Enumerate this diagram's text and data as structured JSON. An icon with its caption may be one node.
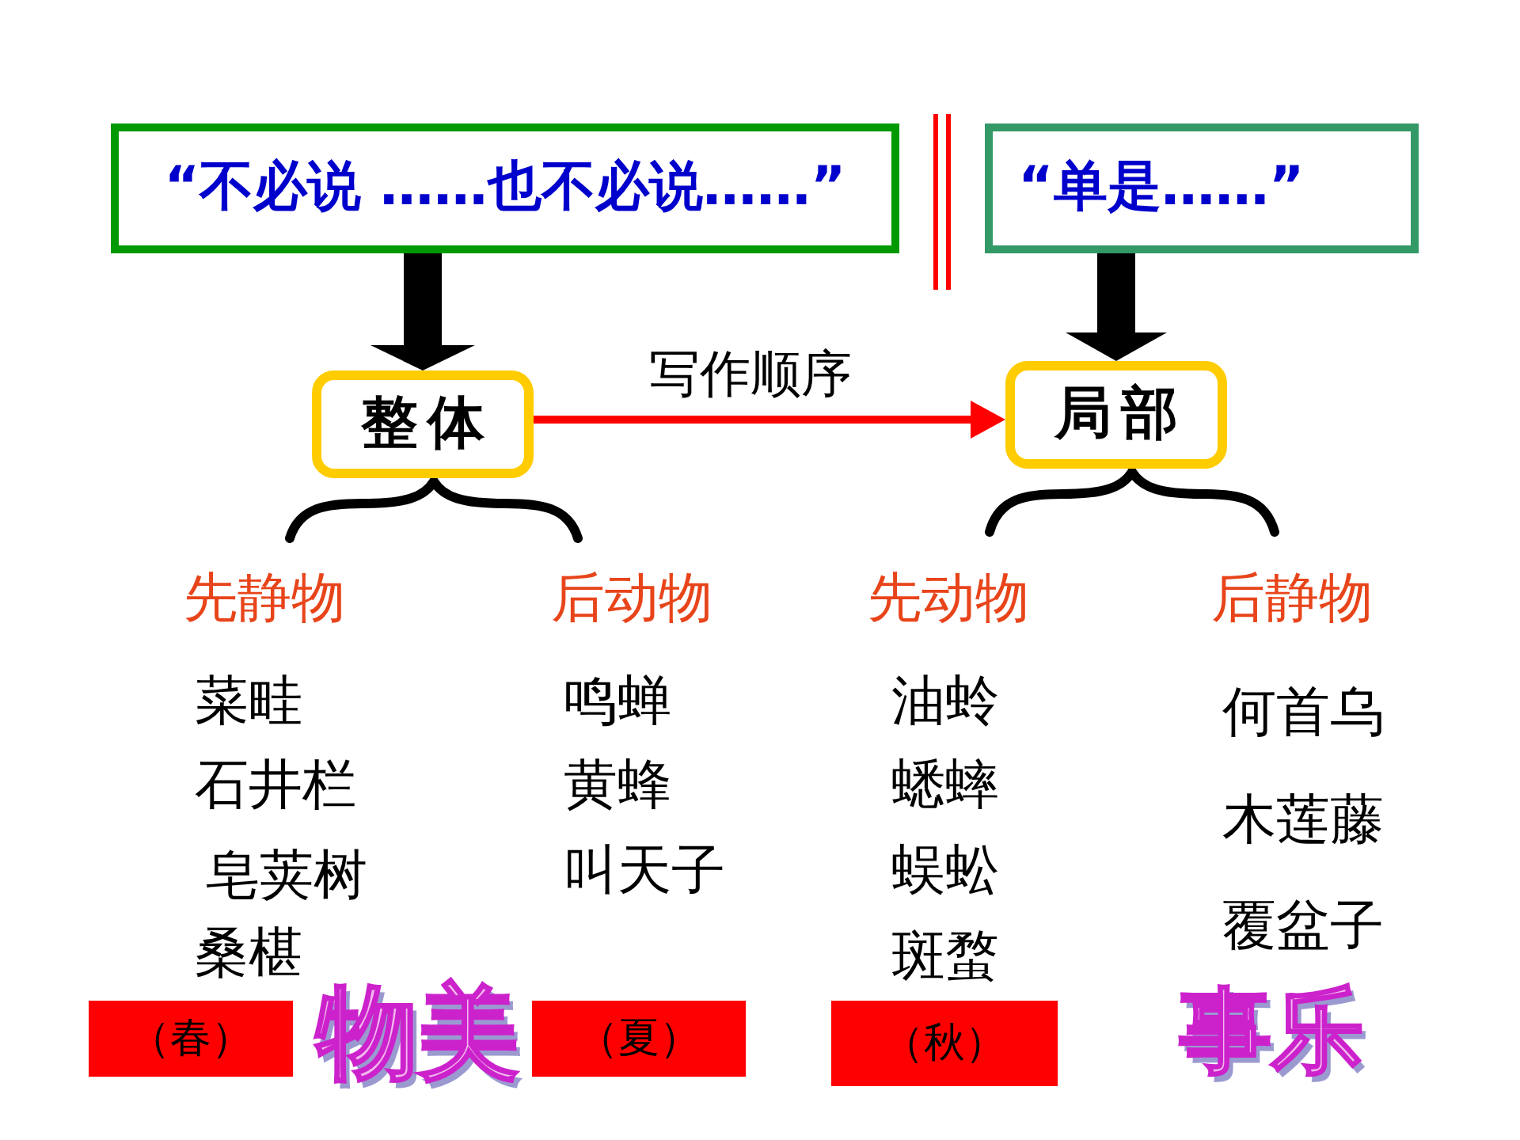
{
  "diagram": {
    "nodes": [
      {
        "text": [
          "“不必说 ……也不必说……”"
        ]
      },
      {
        "text": [
          "“单是……”"
        ]
      },
      {
        "text": [
          "整体"
        ]
      },
      {
        "text": [
          "局部"
        ]
      },
      {
        "text": [
          "（春）"
        ]
      },
      {
        "text": [
          "（夏）"
        ]
      },
      {
        "text": [
          "（秋）"
        ]
      }
    ],
    "edges": [
      {
        "from": 0,
        "to": 2,
        "arrow": "to"
      },
      {
        "from": 1,
        "to": 3,
        "arrow": "to"
      },
      {
        "from": 2,
        "to": 3,
        "arrow": "to",
        "label": "写作顺序",
        "color": "#ff0000"
      }
    ],
    "labels": [
      "先静物",
      "菜畦",
      "石井栏",
      "皂荚树",
      "桑椹",
      "后动物",
      "鸣蝉",
      "黄蜂",
      "叫天子",
      "先动物",
      "油蛉",
      "蟋蟀",
      "蜈蚣",
      "斑蝥",
      "后静物",
      "何首乌",
      "木莲藤",
      "覆盆子",
      "物美",
      "事乐"
    ]
  }
}
